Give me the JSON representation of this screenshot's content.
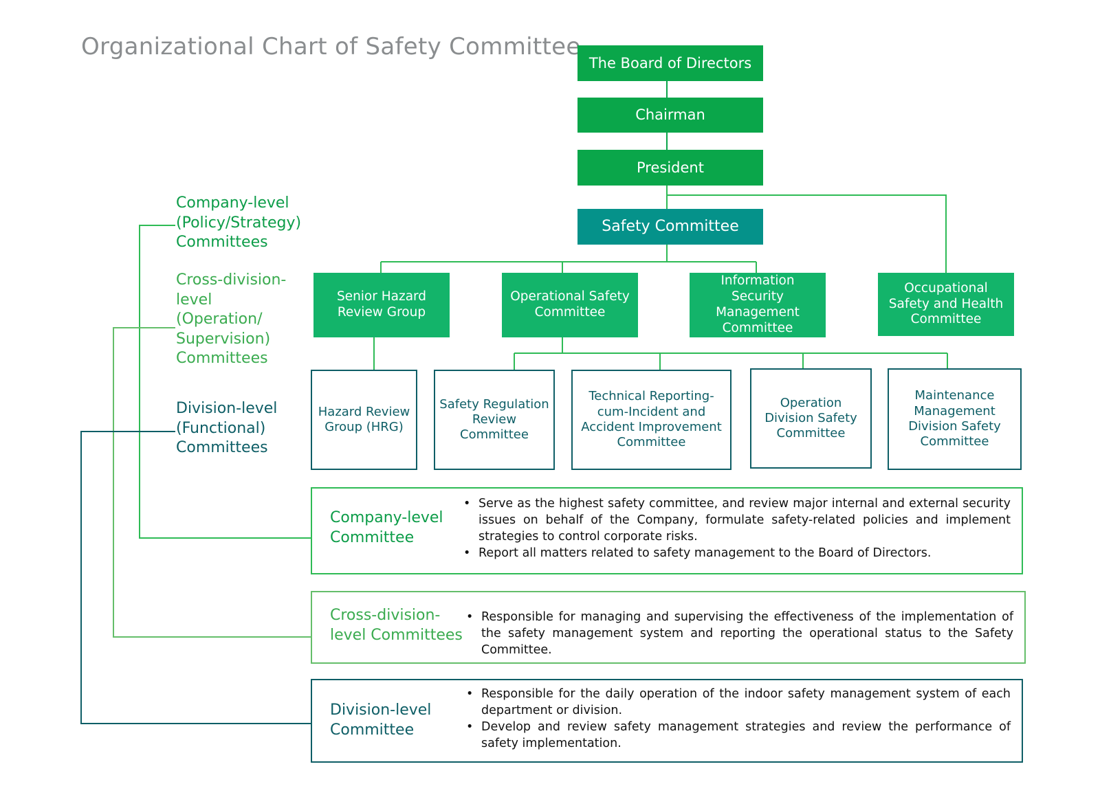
{
  "title": "Organizational Chart of Safety Committee",
  "colors": {
    "top_box": "#0aa64a",
    "safety_committee_box": "#05928a",
    "cross_division_box": "#13b46a",
    "division_border": "#0e5e66",
    "company_level": "#0c9c48",
    "cross_division_level": "#3aab4f",
    "division_level": "#0e5e66"
  },
  "org": {
    "board": "The Board of Directors",
    "chairman": "Chairman",
    "president": "President",
    "safety_committee": "Safety Committee",
    "cross_division": [
      "Senior Hazard Review Group",
      "Operational Safety Committee",
      "Information Security Management Committee",
      "Occupational Safety and Health Committee"
    ],
    "division": [
      "Hazard Review Group (HRG)",
      "Safety Regulation Review Committee",
      "Technical Reporting-cum-Incident and Accident Improvement Committee",
      "Operation Division Safety Committee",
      "Maintenance Management Division Safety Committee"
    ]
  },
  "levels": {
    "company": "Company-level (Policy/Strategy) Committees",
    "cross_division": "Cross-division-level (Operation/ Supervision) Committees",
    "division": "Division-level (Functional) Committees"
  },
  "descriptions": {
    "company": {
      "label": "Company-level Committee",
      "bullets": [
        "Serve as the highest safety committee, and review major internal and external security issues on behalf of the Company, formulate safety-related policies and implement strategies to control corporate risks.",
        "Report all matters related to safety management to the Board of Directors."
      ]
    },
    "cross_division": {
      "label": "Cross-division-level Committees",
      "bullets": [
        "Responsible for managing and supervising the effectiveness of the implementation of the safety management system and reporting the operational status to the Safety Committee."
      ]
    },
    "division": {
      "label": "Division-level Committee",
      "bullets": [
        "Responsible for the daily operation of the indoor safety management system of each department or division.",
        "Develop and review safety management strategies and review the performance of safety implementation."
      ]
    }
  }
}
